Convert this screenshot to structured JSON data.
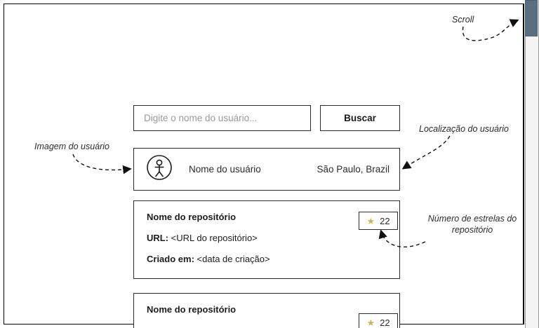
{
  "search": {
    "placeholder": "Digite o nome do usuário...",
    "value": "",
    "button_label": "Buscar"
  },
  "user_card": {
    "avatar_icon": "user-stick-figure-icon",
    "name": "Nome do usuário",
    "location": "São Paulo, Brazil"
  },
  "repositories": [
    {
      "name": "Nome do repositório",
      "url_label": "URL:",
      "url_value": "<URL do repositório>",
      "created_label": "Criado em:",
      "created_value": "<data de criação>",
      "stars": "22",
      "star_icon": "star-icon"
    },
    {
      "name": "Nome do repositório",
      "stars": "22",
      "star_icon": "star-icon"
    }
  ],
  "annotations": {
    "scroll": "Scroll",
    "location": "Localização do usuário",
    "stars": "Número de estrelas do repositório",
    "image": "Imagem do usuário"
  },
  "scrollbar": {
    "thumb_color": "#5b6e81",
    "track_color": "#f4f4f4"
  },
  "colors": {
    "border": "#2b2b2b",
    "text": "#1c1c1c",
    "placeholder": "#9a9a9a",
    "star": "#d2b447",
    "scroll_thumb": "#5b6e81"
  }
}
